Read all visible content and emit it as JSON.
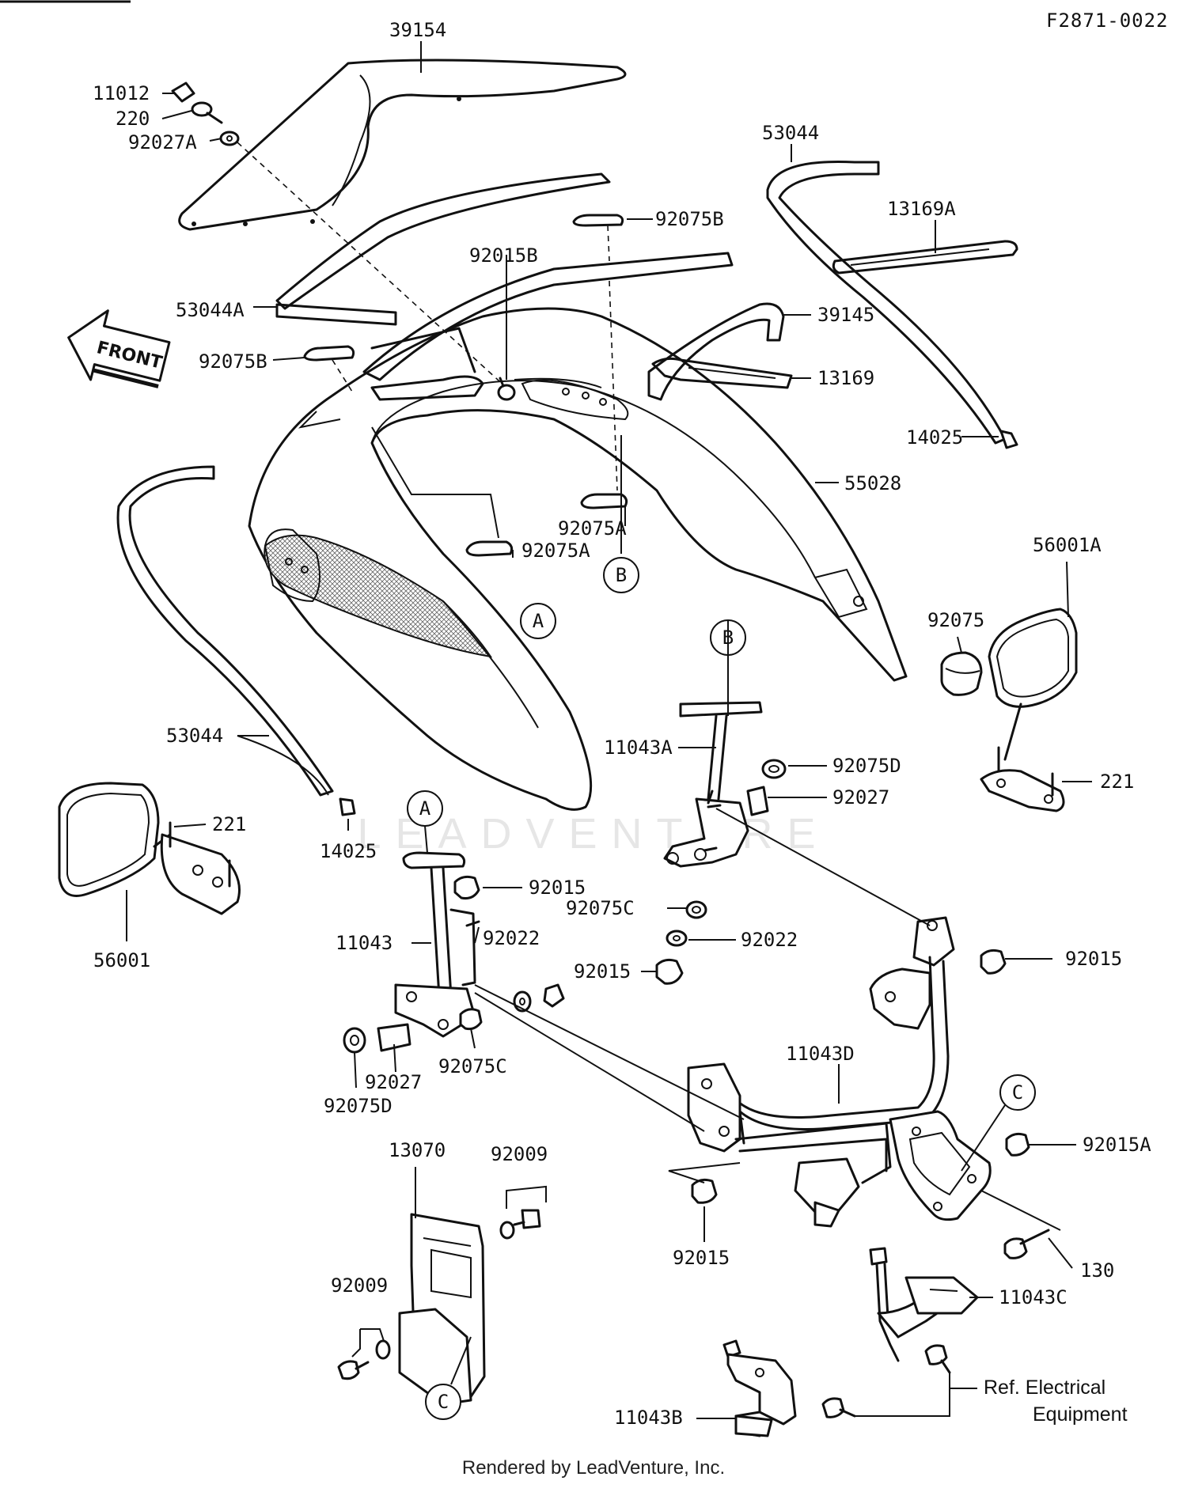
{
  "document_id": "F2871-0022",
  "footer": "Rendered by LeadVenture, Inc.",
  "watermark": "LEADVENTURE",
  "front_arrow_label": "FRONT",
  "callouts": [
    {
      "id": "c01",
      "label": "39154"
    },
    {
      "id": "c02",
      "label": "11012"
    },
    {
      "id": "c03",
      "label": "220"
    },
    {
      "id": "c04",
      "label": "92027A"
    },
    {
      "id": "c05",
      "label": "53044"
    },
    {
      "id": "c06",
      "label": "92075B"
    },
    {
      "id": "c07",
      "label": "13169A"
    },
    {
      "id": "c08",
      "label": "92015B"
    },
    {
      "id": "c09",
      "label": "53044A"
    },
    {
      "id": "c10",
      "label": "39145"
    },
    {
      "id": "c11",
      "label": "92075B"
    },
    {
      "id": "c12",
      "label": "13169"
    },
    {
      "id": "c13",
      "label": "14025"
    },
    {
      "id": "c14",
      "label": "55028"
    },
    {
      "id": "c15",
      "label": "92075A"
    },
    {
      "id": "c16",
      "label": "92075A"
    },
    {
      "id": "c17",
      "label": "56001A"
    },
    {
      "id": "c18",
      "label": "92075"
    },
    {
      "id": "c19",
      "label": "11043A"
    },
    {
      "id": "c20",
      "label": "92075D"
    },
    {
      "id": "c21",
      "label": "221"
    },
    {
      "id": "c22",
      "label": "53044"
    },
    {
      "id": "c23",
      "label": "92027"
    },
    {
      "id": "c24",
      "label": "221"
    },
    {
      "id": "c25",
      "label": "14025"
    },
    {
      "id": "c26",
      "label": "92015"
    },
    {
      "id": "c27",
      "label": "92075C"
    },
    {
      "id": "c28",
      "label": "56001"
    },
    {
      "id": "c29",
      "label": "11043"
    },
    {
      "id": "c30",
      "label": "92022"
    },
    {
      "id": "c31",
      "label": "92022"
    },
    {
      "id": "c32",
      "label": "92015"
    },
    {
      "id": "c33",
      "label": "92015"
    },
    {
      "id": "c34",
      "label": "92027"
    },
    {
      "id": "c35",
      "label": "92075C"
    },
    {
      "id": "c36",
      "label": "92075D"
    },
    {
      "id": "c37",
      "label": "11043D"
    },
    {
      "id": "c38",
      "label": "13070"
    },
    {
      "id": "c39",
      "label": "92009"
    },
    {
      "id": "c40",
      "label": "92015A"
    },
    {
      "id": "c41",
      "label": "92015"
    },
    {
      "id": "c42",
      "label": "130"
    },
    {
      "id": "c43",
      "label": "92009"
    },
    {
      "id": "c44",
      "label": "11043C"
    },
    {
      "id": "c45",
      "label": "11043B"
    }
  ],
  "reference_circles": [
    {
      "id": "r1",
      "label": "A"
    },
    {
      "id": "r2",
      "label": "B"
    },
    {
      "id": "r3",
      "label": "B"
    },
    {
      "id": "r4",
      "label": "A"
    },
    {
      "id": "r5",
      "label": "C"
    },
    {
      "id": "r6",
      "label": "C"
    }
  ],
  "note": {
    "line1": "Ref. Electrical",
    "line2": "Equipment"
  }
}
